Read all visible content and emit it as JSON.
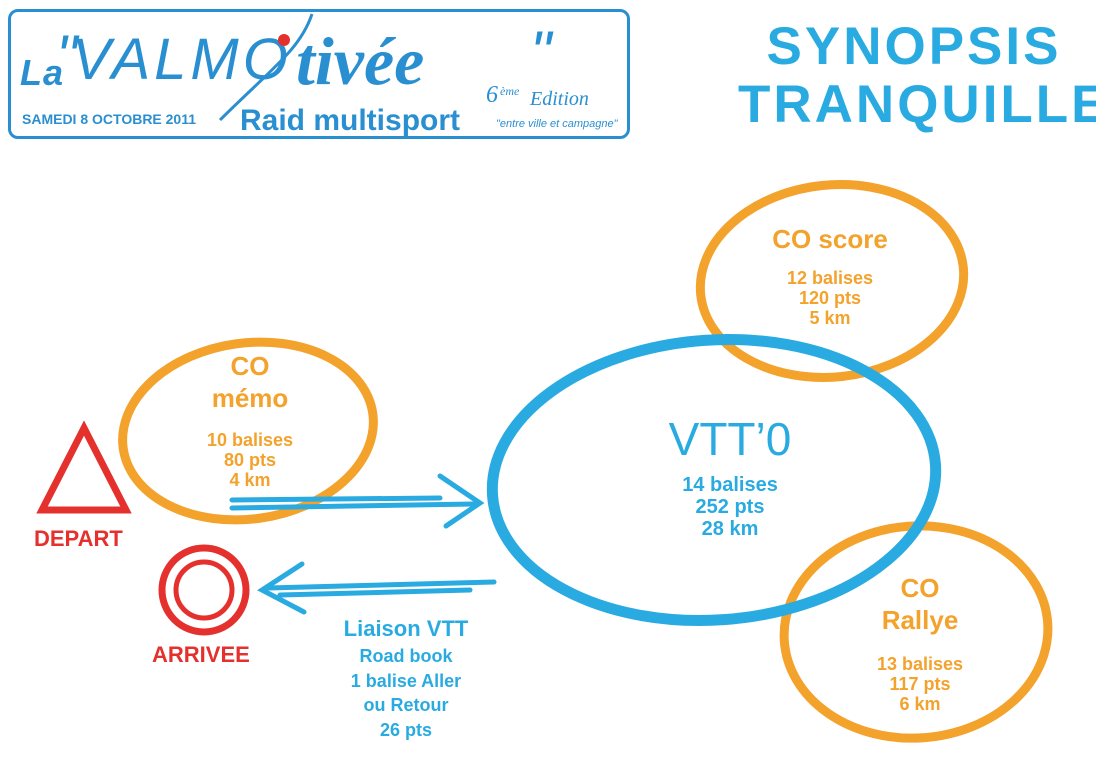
{
  "header": {
    "la": "La",
    "quote_left": "\"",
    "valmo": "VALMO",
    "tivee": "tivée",
    "quote_right": "\"",
    "date": "SAMEDI 8 OCTOBRE 2011",
    "raid": "Raid multisport",
    "edition_number": "6",
    "edition_suffix": "ème",
    "edition_word": "Edition",
    "tagline": "\"entre ville et campagne\""
  },
  "title": {
    "line1": "SYNOPSIS",
    "line2": "TRANQUILLE"
  },
  "nodes": {
    "co_memo": {
      "name": "CO\nmémo",
      "stats": "10 balises\n80 pts\n4 km"
    },
    "co_score": {
      "name": "CO score",
      "stats": "12 balises\n120 pts\n5 km"
    },
    "vtt": {
      "name": "VTT’0",
      "stats": "14 balises\n252 pts\n28 km"
    },
    "co_rallye": {
      "name": "CO\nRallye",
      "stats": "13 balises\n117 pts\n6 km"
    }
  },
  "liaison": {
    "title": "Liaison VTT",
    "details": "Road book\n1 balise Aller\nou Retour\n26 pts"
  },
  "markers": {
    "depart": "DEPART",
    "arrivee": "ARRIVEE"
  },
  "colors": {
    "orange": "#f3a22c",
    "blue": "#29abe2",
    "red": "#e5312e",
    "logo_blue": "#2a8fd0"
  }
}
